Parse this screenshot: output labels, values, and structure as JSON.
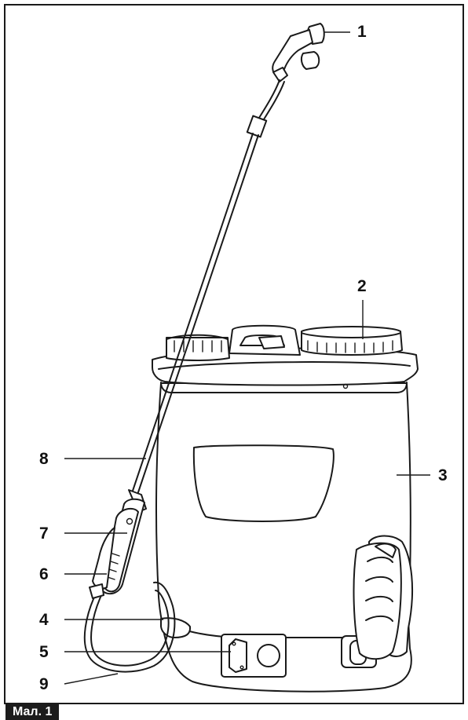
{
  "figure": {
    "caption": "Мал. 1",
    "callouts": [
      {
        "id": "1",
        "label": "1"
      },
      {
        "id": "2",
        "label": "2"
      },
      {
        "id": "3",
        "label": "3"
      },
      {
        "id": "4",
        "label": "4"
      },
      {
        "id": "5",
        "label": "5"
      },
      {
        "id": "6",
        "label": "6"
      },
      {
        "id": "7",
        "label": "7"
      },
      {
        "id": "8",
        "label": "8"
      },
      {
        "id": "9",
        "label": "9"
      }
    ]
  },
  "colors": {
    "line": "#1a1a1a",
    "caption_bg": "#1c1c1c",
    "caption_text": "#ffffff"
  }
}
